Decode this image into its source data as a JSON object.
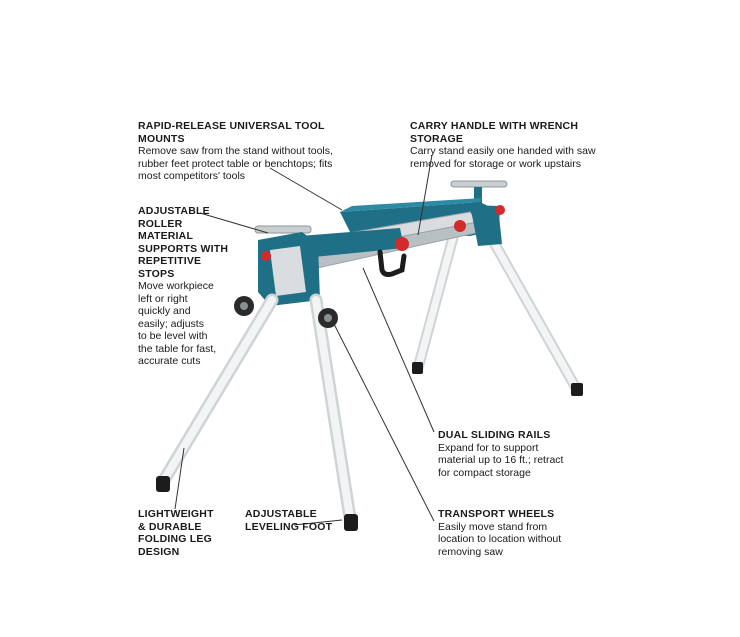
{
  "callouts": {
    "tool_mounts": {
      "title": "RAPID-RELEASE UNIVERSAL TOOL MOUNTS",
      "lines": [
        "Remove saw from the stand without tools,",
        "rubber feet protect table or benchtops; fits",
        "most competitors' tools"
      ]
    },
    "carry_handle": {
      "title": "CARRY HANDLE WITH WRENCH STORAGE",
      "lines": [
        "Carry stand easily one handed with saw",
        "removed for storage or work upstairs"
      ]
    },
    "roller_supports": {
      "title_lines": [
        "ADJUSTABLE",
        "ROLLER",
        "MATERIAL",
        "SUPPORTS WITH",
        "REPETITIVE",
        "STOPS"
      ],
      "lines": [
        "Move workpiece",
        "left or right",
        "quickly and",
        "easily; adjusts",
        "to be level with",
        "the table for fast,",
        "accurate cuts"
      ]
    },
    "sliding_rails": {
      "title": "DUAL SLIDING RAILS",
      "lines": [
        "Expand for to support",
        "material up to 16 ft.; retract",
        "for compact storage"
      ]
    },
    "folding_leg": {
      "title_lines": [
        "LIGHTWEIGHT",
        "& DURABLE",
        "FOLDING LEG",
        "DESIGN"
      ]
    },
    "leveling_foot": {
      "title_lines": [
        "ADJUSTABLE",
        "LEVELING FOOT"
      ]
    },
    "transport_wheels": {
      "title": "TRANSPORT WHEELS",
      "lines": [
        "Easily move stand from",
        "location to location without",
        "removing saw"
      ]
    }
  },
  "colors": {
    "frame_blue": "#1f6f86",
    "rail_silver": "#d9dde0",
    "leg_white": "#eef0f1",
    "knob_red": "#d32a2a",
    "foot_black": "#1c1c1c",
    "leader_line": "#333333"
  }
}
